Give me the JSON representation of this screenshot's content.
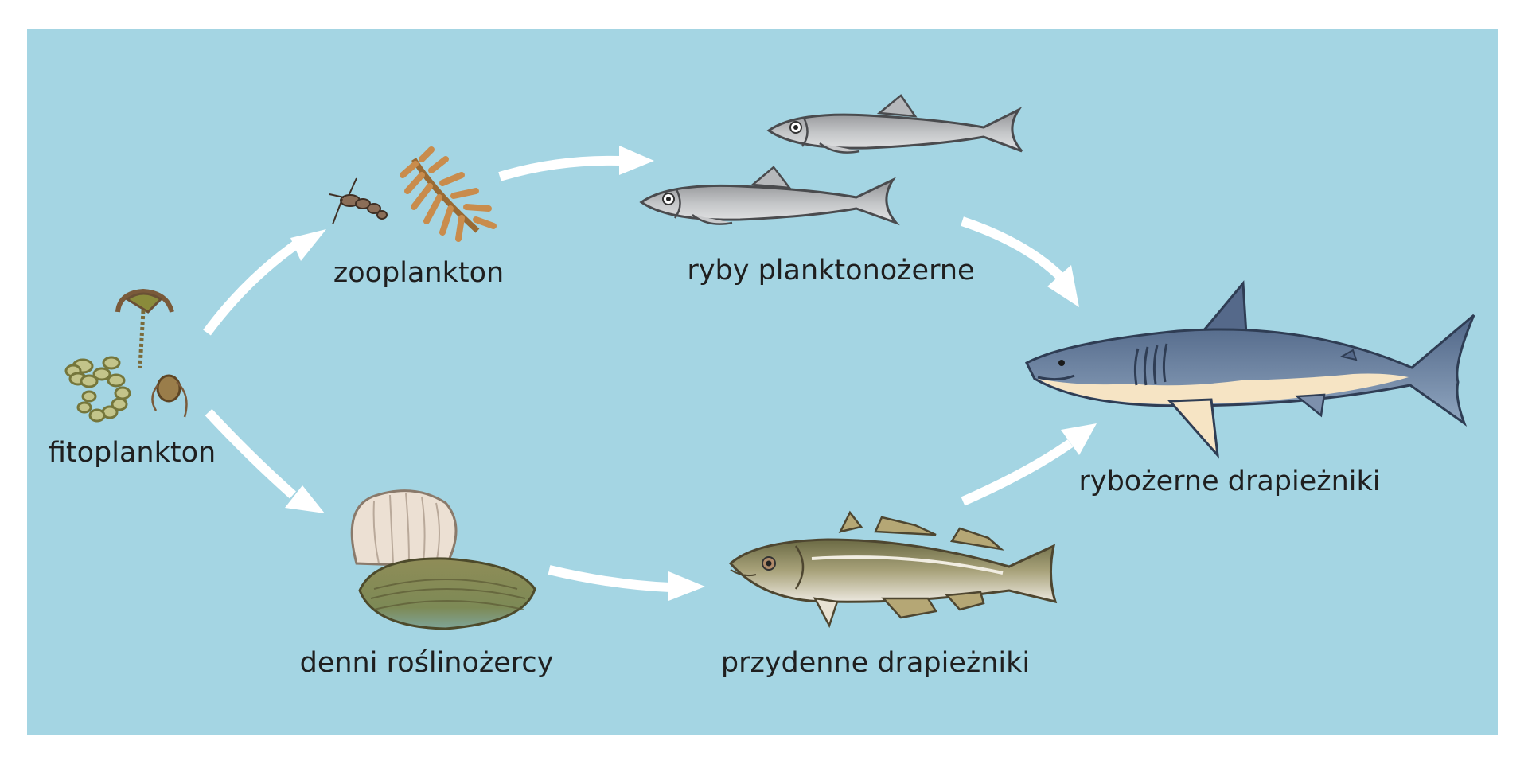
{
  "diagram": {
    "nodes": {
      "fitoplankton": "fitoplankton",
      "zooplankton": "zooplankton",
      "ryby": "ryby planktonożerne",
      "denni": "denni roślinożercy",
      "przydenne": "przydenne drapieżniki",
      "ryboz": "rybożerne drapieżniki"
    },
    "edges": [
      {
        "from": "fitoplankton",
        "to": "zooplankton"
      },
      {
        "from": "zooplankton",
        "to": "ryby planktonożerne"
      },
      {
        "from": "ryby planktonożerne",
        "to": "rybożerne drapieżniki"
      },
      {
        "from": "fitoplankton",
        "to": "denni roślinożercy"
      },
      {
        "from": "denni roślinożercy",
        "to": "przydenne drapieżniki"
      },
      {
        "from": "przydenne drapieżniki",
        "to": "rybożerne drapieżniki"
      }
    ],
    "colors": {
      "background": "#a4d5e3",
      "arrow": "#ffffff",
      "text": "#1f1f1f"
    }
  }
}
